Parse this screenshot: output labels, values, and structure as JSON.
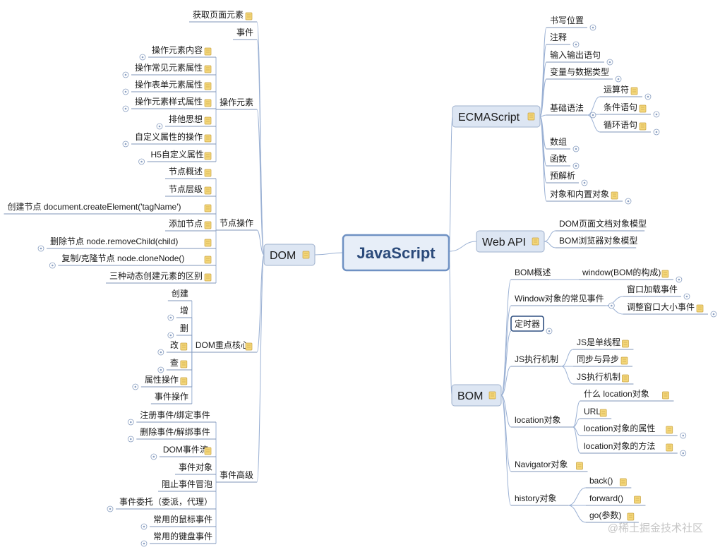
{
  "center": "JavaScript",
  "watermark": "@稀土掘金技术社区",
  "branches": {
    "ecma": {
      "label": "ECMAScript",
      "items": [
        "书写位置",
        "注释",
        "输入输出语句",
        "变量与数据类型",
        "基础语法",
        "数组",
        "函数",
        "预解析",
        "对象和内置对象"
      ],
      "basic_children": [
        "运算符",
        "条件语句",
        "循环语句"
      ]
    },
    "webapi": {
      "label": "Web API",
      "items": [
        "DOM页面文档对象模型",
        "BOM浏览器对象模型"
      ]
    },
    "bom": {
      "label": "BOM",
      "items": [
        "BOM概述",
        "Window对象的常见事件",
        "定时器",
        "JS执行机制",
        "location对象",
        "Navigator对象",
        "history对象"
      ],
      "overview_children": [
        "window(BOM的构成)"
      ],
      "window_events_children": [
        "窗口加载事件",
        "调整窗口大小事件"
      ],
      "exec_children": [
        "JS是单线程",
        "同步与异步",
        "JS执行机制"
      ],
      "location_children": [
        "什么 location对象",
        "URL",
        "location对象的属性",
        "location对象的方法"
      ],
      "history_children": [
        "back()",
        "forward()",
        "go(参数)"
      ]
    },
    "dom": {
      "label": "DOM",
      "items": [
        "获取页面元素",
        "事件",
        "操作元素",
        "节点操作",
        "DOM重点核心",
        "事件高级"
      ],
      "op_elem_children": [
        "操作元素内容",
        "操作常见元素属性",
        "操作表单元素属性",
        "操作元素样式属性",
        "排他思想",
        "自定义属性的操作",
        "H5自定义属性"
      ],
      "node_children": [
        "节点概述",
        "节点层级",
        "创建节点 document.createElement('tagName')",
        "添加节点",
        "删除节点  node.removeChild(child)",
        "复制/克隆节点  node.cloneNode()",
        "三种动态创建元素的区别"
      ],
      "core_children": [
        "创建",
        "增",
        "删",
        "改",
        "查",
        "属性操作",
        "事件操作"
      ],
      "adv_children": [
        "注册事件/绑定事件",
        "删除事件/解绑事件",
        "DOM事件流",
        "事件对象",
        "阻止事件冒泡",
        "事件委托（委派，代理）",
        "常用的鼠标事件",
        "常用的键盘事件"
      ]
    }
  },
  "colors": {
    "line": "#9bb1d4",
    "underline": "#7f95b8",
    "node_fill": "#dde6f3",
    "node_stroke": "#9fb1cd",
    "center_fill": "#e7eef8",
    "center_stroke": "#6f91c3",
    "note_fill": "#f3d67a",
    "note_stroke": "#c9a23f",
    "expand_stroke": "#8a9fc1",
    "highlight_stroke": "#2f4f80"
  }
}
